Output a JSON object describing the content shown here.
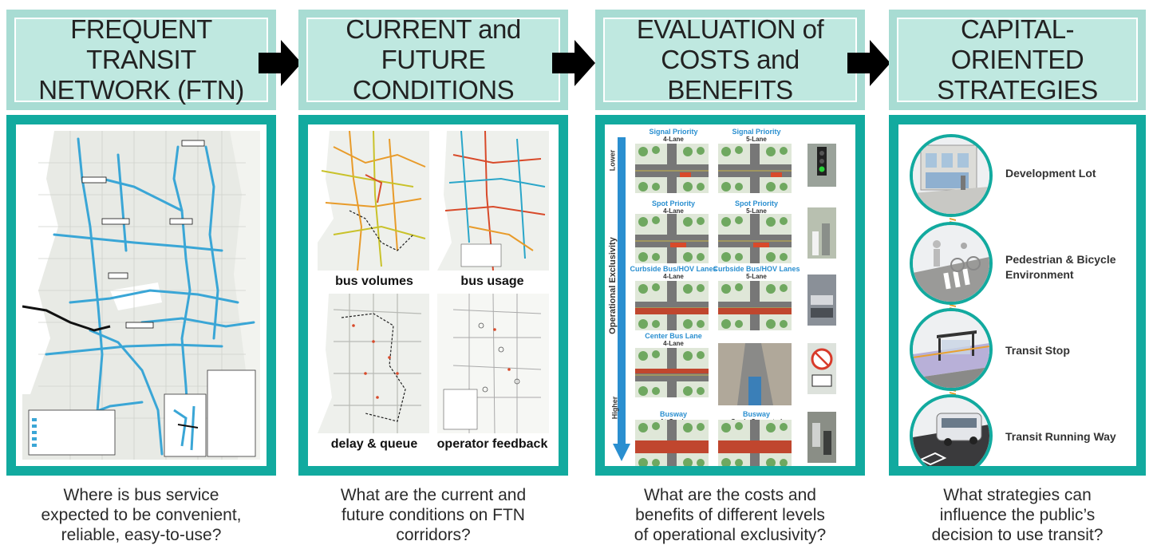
{
  "columns": [
    {
      "title_line1": "FREQUENT TRANSIT",
      "title_line2": "NETWORK (FTN)",
      "caption_line1": "Where is bus service",
      "caption_line2": "expected to be convenient,",
      "caption_line3": "reliable, easy-to-use?"
    },
    {
      "title_line1": "CURRENT and",
      "title_line2": "FUTURE CONDITIONS",
      "caption_line1": "What are the current and",
      "caption_line2": "future conditions on FTN",
      "caption_line3": "corridors?",
      "maps": [
        "bus volumes",
        "bus usage",
        "delay & queue",
        "operator feedback"
      ]
    },
    {
      "title_line1": "EVALUATION of",
      "title_line2": "COSTS and BENEFITS",
      "caption_line1": "What are the costs and",
      "caption_line2": "benefits of different levels",
      "caption_line3": "of operational exclusivity?",
      "axis_label": "Operational Exclusivity",
      "axis_low": "Lower",
      "axis_high": "Higher",
      "rows": [
        {
          "left_title": "Signal Priority",
          "left_sub": "4-Lane",
          "right_title": "Signal Priority",
          "right_sub": "5-Lane"
        },
        {
          "left_title": "Spot Priority",
          "left_sub": "4-Lane",
          "right_title": "Spot Priority",
          "right_sub": "5-Lane"
        },
        {
          "left_title": "Curbside Bus/HOV Lanes",
          "left_sub": "4-Lane",
          "right_title": "Curbside Bus/HOV Lanes",
          "right_sub": "5-Lane"
        },
        {
          "left_title": "Center Bus Lane",
          "left_sub": "4-Lane",
          "right_title": "",
          "right_sub": ""
        },
        {
          "left_title": "Busway",
          "left_sub": "At-Grade",
          "right_title": "Busway",
          "right_sub": "Grade-Separated"
        }
      ]
    },
    {
      "title_line1": "CAPITAL-ORIENTED",
      "title_line2": "STRATEGIES",
      "caption_line1": "What strategies can",
      "caption_line2": "influence the public’s",
      "caption_line3": "decision to use transit?",
      "strategies": [
        {
          "line1": "Development Lot",
          "line2": ""
        },
        {
          "line1": "Pedestrian & Bicycle",
          "line2": "Environment"
        },
        {
          "line1": "Transit Stop",
          "line2": ""
        },
        {
          "line1": "Transit Running Way",
          "line2": ""
        }
      ]
    }
  ],
  "colors": {
    "header_fill": "#bfe8e0",
    "header_border": "#a8dcd3",
    "panel_frame": "#12aa9f",
    "arrow": "#000000",
    "axis_blue": "#2a8fd0",
    "route_blue": "#3aa6d6"
  }
}
